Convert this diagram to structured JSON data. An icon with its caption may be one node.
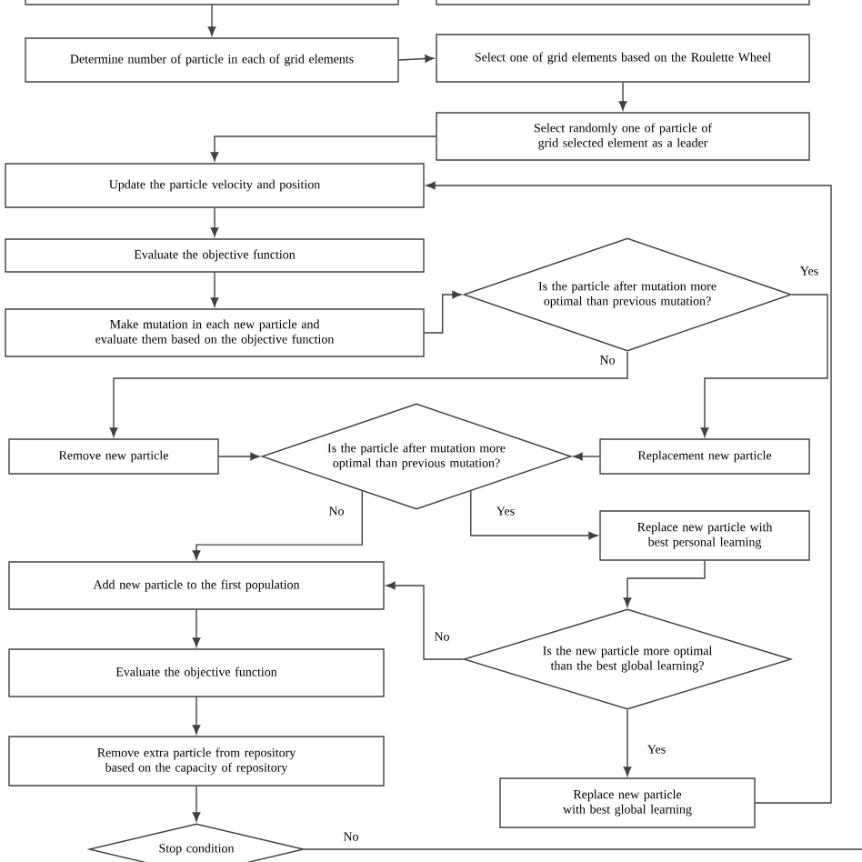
{
  "diagram": {
    "nodes": [
      {
        "text": [],
        "shape": "box"
      },
      {
        "text": [],
        "shape": "box"
      },
      {
        "text": [
          "Determine number of particle in each of grid elements"
        ]
      },
      {
        "text": [
          "Select one of grid elements based on the Roulette Wheel"
        ]
      },
      {
        "text": [
          "Select randomly one of particle of grid selected element as a leader"
        ]
      },
      {
        "text": [
          "Update the particle velocity and position"
        ]
      },
      {
        "text": [
          "Evaluate the objective function"
        ]
      },
      {
        "text": [
          "Make mutation in each new particle and evaluate them based on the objective function"
        ]
      },
      {
        "text": [
          "Is the particle after mutation more optimal than previous mutation?"
        ]
      },
      {
        "text": [
          "Remove new particle"
        ]
      },
      {
        "text": [
          "Is the particle after mutation more optimal than previous mutation?"
        ]
      },
      {
        "text": [
          "Replacement new particle"
        ]
      },
      {
        "text": [
          "Replace new particle with best personal learning"
        ]
      },
      {
        "text": [
          "Add new particle to the first population"
        ]
      },
      {
        "text": [
          "Is the new particle more optimal than the best global learning?"
        ]
      },
      {
        "text": [
          "Evaluate the objective function"
        ]
      },
      {
        "text": [
          "Remove extra particle from repository based on the capacity of repository"
        ]
      },
      {
        "text": [
          "Replace new particle with best global learning"
        ]
      },
      {
        "text": [
          "Stop condition"
        ]
      }
    ],
    "edges": [
      {
        "from": 0,
        "to": 2,
        "arrow": "to"
      },
      {
        "from": 2,
        "to": 3,
        "arrow": "to"
      },
      {
        "from": 3,
        "to": 4,
        "arrow": "to"
      },
      {
        "from": 4,
        "to": 5,
        "arrow": "to"
      },
      {
        "from": 5,
        "to": 6,
        "arrow": "to"
      },
      {
        "from": 6,
        "to": 7,
        "arrow": "to"
      },
      {
        "from": 7,
        "to": 8,
        "arrow": "to"
      },
      {
        "from": 8,
        "to": 11,
        "arrow": "to",
        "label": "Yes"
      },
      {
        "from": 8,
        "to": 9,
        "arrow": "to",
        "label": "No"
      },
      {
        "from": 9,
        "to": 10,
        "arrow": "to"
      },
      {
        "from": 11,
        "to": 10,
        "arrow": "to"
      },
      {
        "from": 10,
        "to": 13,
        "arrow": "to",
        "label": "No"
      },
      {
        "from": 10,
        "to": 12,
        "arrow": "to",
        "label": "Yes"
      },
      {
        "from": 12,
        "to": 14,
        "arrow": "to"
      },
      {
        "from": 14,
        "to": 13,
        "arrow": "to",
        "label": "No"
      },
      {
        "from": 14,
        "to": 17,
        "arrow": "to",
        "label": "Yes"
      },
      {
        "from": 17,
        "to": 5,
        "arrow": "to"
      },
      {
        "from": 13,
        "to": 15,
        "arrow": "to"
      },
      {
        "from": 15,
        "to": 16,
        "arrow": "to"
      },
      {
        "from": 16,
        "to": 18,
        "arrow": "to"
      },
      {
        "from": 18,
        "to": null,
        "arrow": "none",
        "label": "No"
      }
    ]
  }
}
